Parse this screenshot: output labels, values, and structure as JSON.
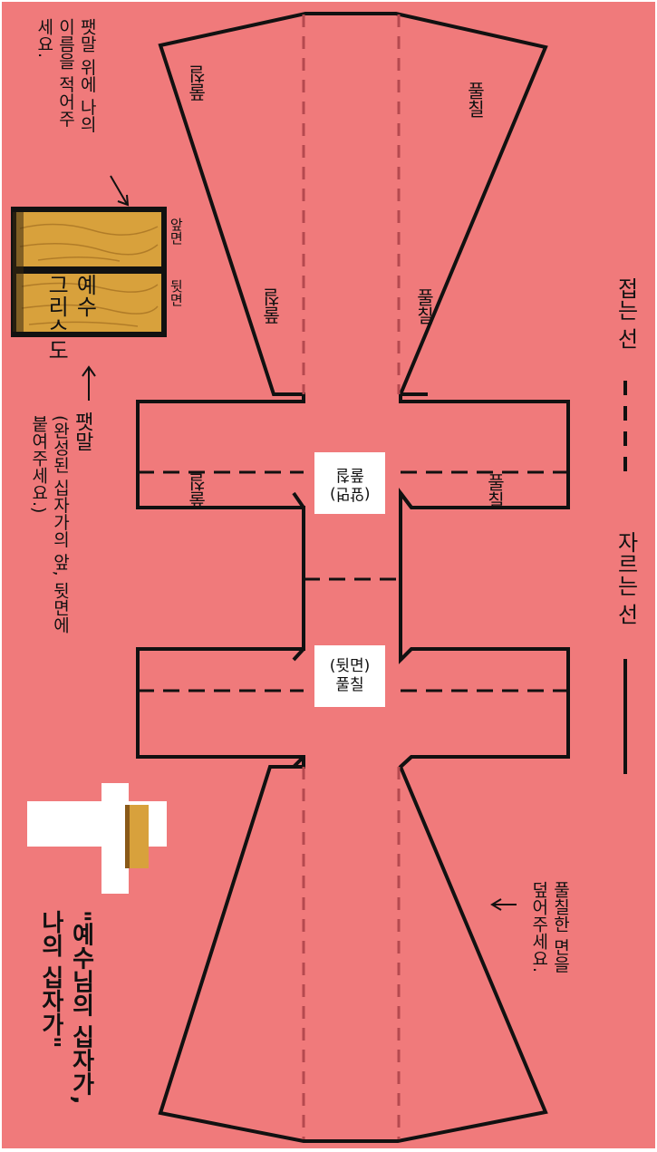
{
  "legend": {
    "fold_label": "접는 선",
    "cut_label": "자르는 선"
  },
  "template": {
    "glue": "풀칠",
    "front_glue_box": {
      "side": "(앞면)",
      "glue": "풀칠"
    },
    "back_glue_box": {
      "side": "(뒷면)",
      "glue": "풀칠"
    }
  },
  "placard": {
    "front_label": "앞면",
    "back_label": "뒷면",
    "text_line1": "예수",
    "text_line2": "그리스도",
    "title": "팻말",
    "instruction_top": [
      "팻말 위에 나의",
      "이름을 적어주",
      "세요."
    ],
    "instruction_bottom": [
      "(완성된 십자가의 앞, 뒷면에",
      "붙여주세요.)"
    ]
  },
  "note_glue_side": [
    "풀칠한 면을",
    "덮어주세요."
  ],
  "caption": [
    "\"예수님의 십자가,",
    "나의 십자가\""
  ],
  "colors": {
    "background": "#f07a7b",
    "line": "#111111",
    "fold_line": "#b5494f",
    "wood": "#d8a13c"
  }
}
